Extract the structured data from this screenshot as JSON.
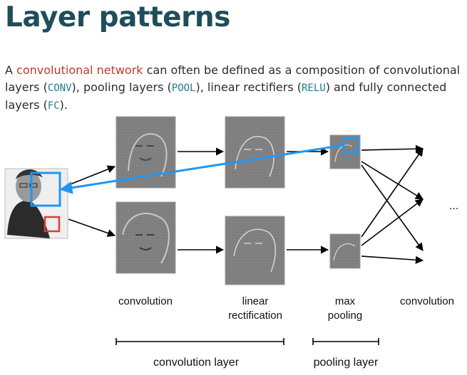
{
  "title": "Layer patterns",
  "intro": {
    "prefix": "A ",
    "link": "convolutional network",
    "t1": " can often be defined as a composition of convolutional layers (",
    "conv": "CONV",
    "t2": "), pooling layers (",
    "pool": "POOL",
    "t3": "), linear rectifiers (",
    "relu": "RELU",
    "t4": ") and fully connected layers (",
    "fc": "FC",
    "t5": ")."
  },
  "diagram": {
    "stage_labels": {
      "convolution": "convolution",
      "linear_1": "linear",
      "linear_2": "rectification",
      "max_1": "max",
      "max_2": "pooling",
      "convolution_out": "convolution"
    },
    "ellipsis": "...",
    "group_labels": {
      "convolution_layer": "convolution layer",
      "pooling_layer": "pooling layer"
    },
    "colors": {
      "receptive_field_blue": "#2196f3",
      "receptive_field_red": "#e53935",
      "feature_map_gray": "#7f7f7f",
      "title_teal": "#1f4e5a",
      "link_red": "#c0392b",
      "code_teal": "#1f7a8c"
    }
  }
}
